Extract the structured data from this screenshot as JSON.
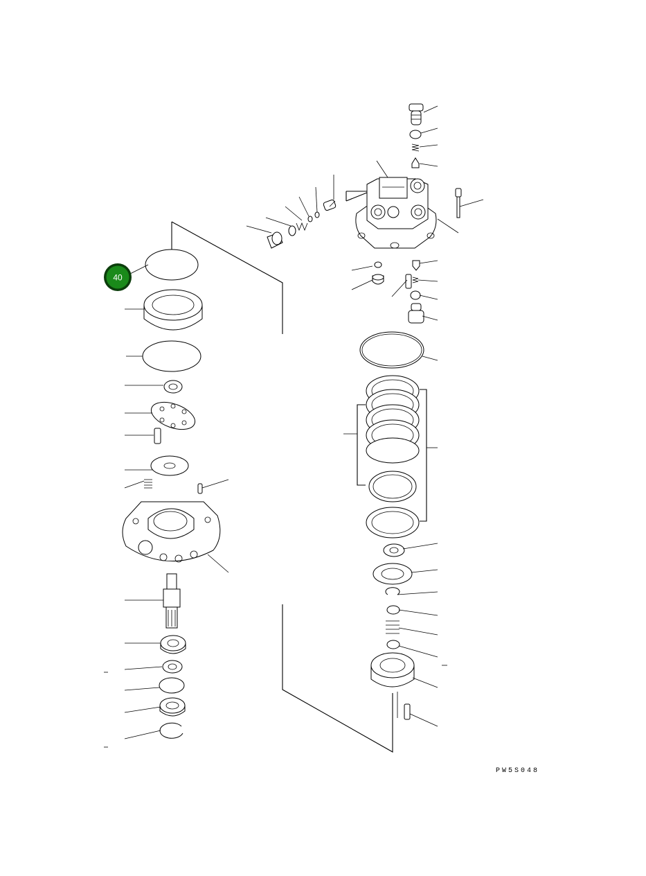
{
  "callouts": [
    {
      "id": "40",
      "label": "40",
      "color": "#1a8a1a",
      "ring": "#0b3d0b"
    }
  ],
  "drawing_code": "PW5S048"
}
